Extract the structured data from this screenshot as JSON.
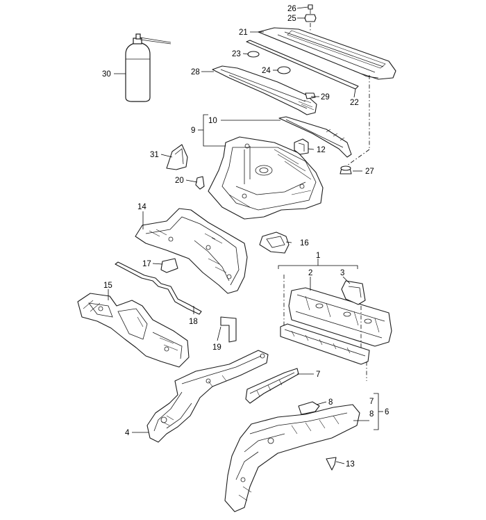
{
  "callouts": [
    {
      "id": "c1",
      "label": "1"
    },
    {
      "id": "c2",
      "label": "2"
    },
    {
      "id": "c3",
      "label": "3"
    },
    {
      "id": "c4",
      "label": "4"
    },
    {
      "id": "c6",
      "label": "6"
    },
    {
      "id": "c7a",
      "label": "7"
    },
    {
      "id": "c7b",
      "label": "7"
    },
    {
      "id": "c8a",
      "label": "8"
    },
    {
      "id": "c8b",
      "label": "8"
    },
    {
      "id": "c9",
      "label": "9"
    },
    {
      "id": "c10",
      "label": "10"
    },
    {
      "id": "c12",
      "label": "12"
    },
    {
      "id": "c13",
      "label": "13"
    },
    {
      "id": "c14",
      "label": "14"
    },
    {
      "id": "c15",
      "label": "15"
    },
    {
      "id": "c16",
      "label": "16"
    },
    {
      "id": "c17",
      "label": "17"
    },
    {
      "id": "c18",
      "label": "18"
    },
    {
      "id": "c19",
      "label": "19"
    },
    {
      "id": "c20",
      "label": "20"
    },
    {
      "id": "c21",
      "label": "21"
    },
    {
      "id": "c22",
      "label": "22"
    },
    {
      "id": "c23",
      "label": "23"
    },
    {
      "id": "c24",
      "label": "24"
    },
    {
      "id": "c25",
      "label": "25"
    },
    {
      "id": "c26",
      "label": "26"
    },
    {
      "id": "c27",
      "label": "27"
    },
    {
      "id": "c28",
      "label": "28"
    },
    {
      "id": "c29",
      "label": "29"
    },
    {
      "id": "c30",
      "label": "30"
    },
    {
      "id": "c31",
      "label": "31"
    }
  ]
}
